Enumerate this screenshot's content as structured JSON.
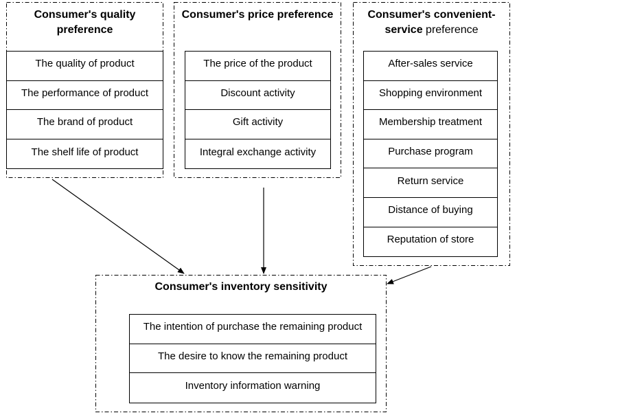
{
  "groups": {
    "quality": {
      "title_bold": "Consumer's quality preference",
      "title_rest": "",
      "items": [
        "The quality of product",
        "The performance of product",
        "The brand of product",
        "The shelf life of product"
      ]
    },
    "price": {
      "title_bold": "Consumer's price preference",
      "title_rest": "",
      "items": [
        "The price of the product",
        "Discount activity",
        "Gift activity",
        "Integral exchange activity"
      ]
    },
    "convenient": {
      "title_bold": "Consumer's convenient-service",
      "title_rest": " preference",
      "items": [
        "After-sales service",
        "Shopping environment",
        "Membership treatment",
        "Purchase program",
        "Return service",
        "Distance of buying",
        "Reputation of store"
      ]
    },
    "inventory": {
      "title_bold": "Consumer's inventory sensitivity",
      "title_rest": "",
      "items": [
        "The intention of purchase the remaining product",
        "The desire to know the remaining product",
        "Inventory information warning"
      ]
    }
  },
  "colors": {
    "line": "#000000",
    "background": "#ffffff"
  }
}
